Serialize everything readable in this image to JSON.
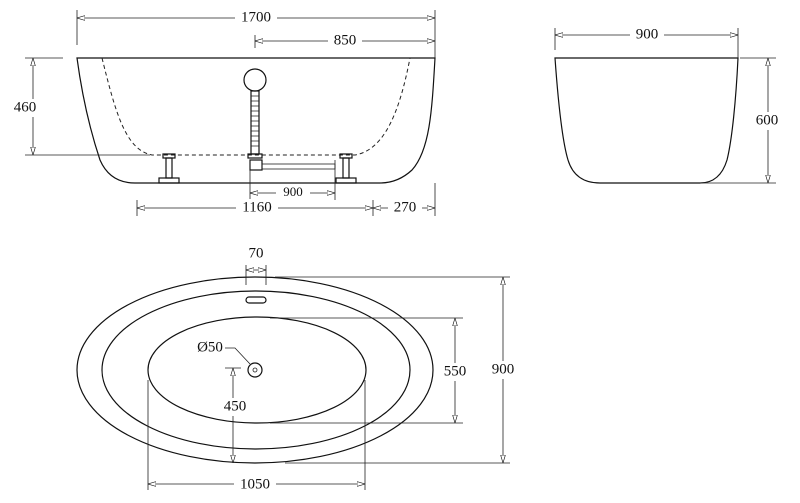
{
  "front_view": {
    "overall_length": "1700",
    "half_length": "850",
    "inner_depth": "460",
    "foot_span": "1160",
    "end_offset": "270",
    "drain_distance": "900"
  },
  "side_view": {
    "width": "900",
    "height": "600"
  },
  "top_view": {
    "overflow_width": "70",
    "drain_diameter": "Ø50",
    "drain_offset": "450",
    "inner_width": "550",
    "overall_width": "900",
    "inner_length": "1050"
  }
}
